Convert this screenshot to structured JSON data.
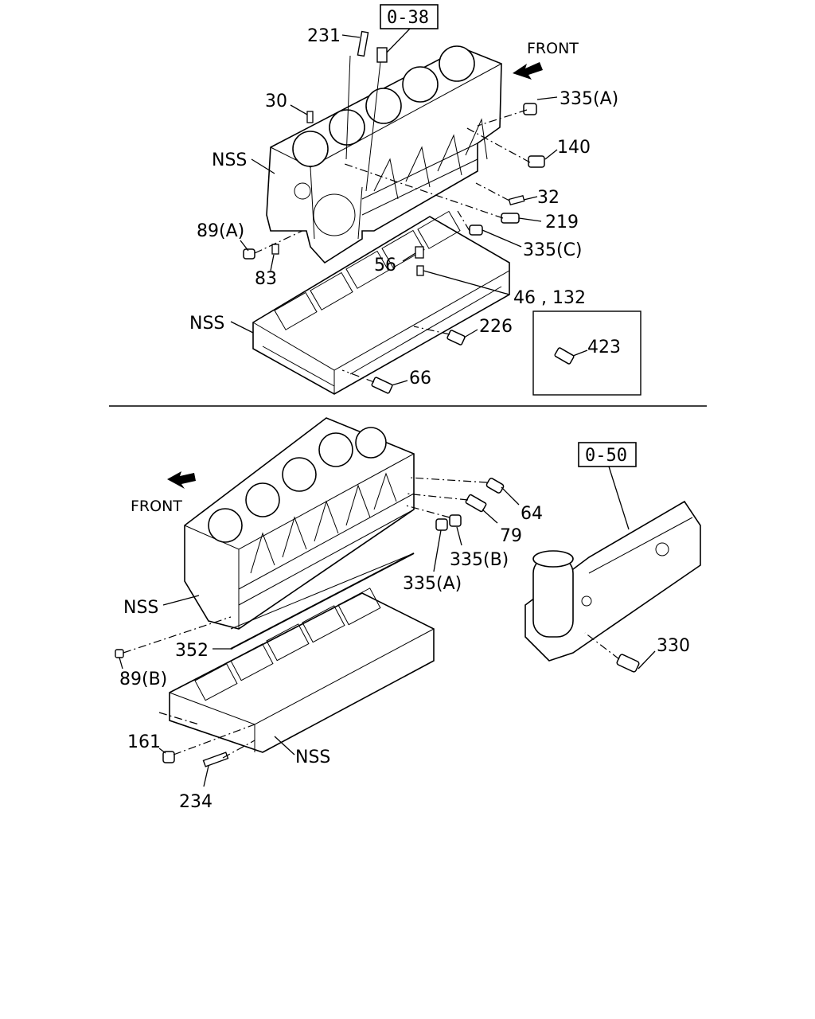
{
  "top_section": {
    "ref_box": "0-38",
    "front_label": "FRONT",
    "labels": {
      "p231": "231",
      "p30": "30",
      "nss_block": "NSS",
      "p335a": "335(A)",
      "p140": "140",
      "p32": "32",
      "p219": "219",
      "p89a": "89(A)",
      "p83": "83",
      "p335c": "335(C)",
      "p56": "56",
      "p46_132": "46 , 132",
      "nss_lower": "NSS",
      "p226": "226",
      "p66": "66",
      "p423": "423"
    }
  },
  "bottom_section": {
    "ref_box": "0-50",
    "front_label": "FRONT",
    "labels": {
      "p64": "64",
      "p79": "79",
      "p335b": "335(B)",
      "p335a": "335(A)",
      "nss_block": "NSS",
      "p352": "352",
      "p89b": "89(B)",
      "p161": "161",
      "nss_lower": "NSS",
      "p234": "234",
      "p330": "330"
    }
  }
}
